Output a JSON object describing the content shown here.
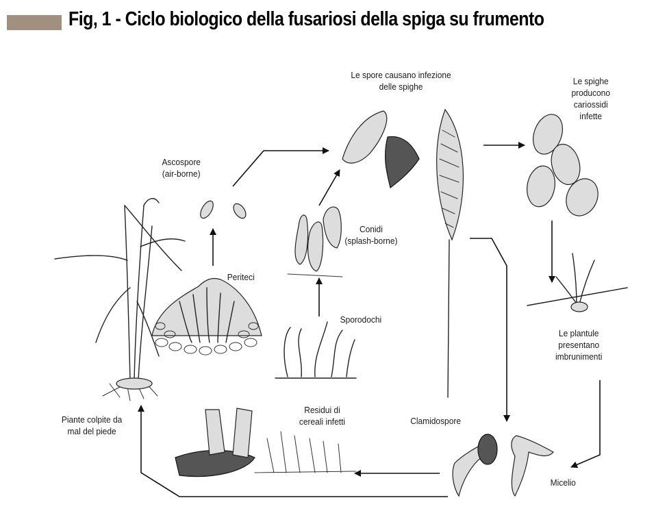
{
  "figure": {
    "title": "Fig, 1 -  Ciclo biologico della fusariosi della spiga su frumento",
    "title_bar_color": "#a19080"
  },
  "labels": {
    "spore_infezione": [
      "Le spore causano infezione",
      "delle spighe"
    ],
    "spighe_cariossidi": [
      "Le spighe",
      "producono",
      "cariossidi",
      "infette"
    ],
    "ascospore": [
      "Ascospore",
      "(air-borne)"
    ],
    "conidi": [
      "Conidi",
      "(splash-borne)"
    ],
    "periteci": "Periteci",
    "sporodochi": "Sporodochi",
    "plantule": [
      "Le plantule",
      "presentano",
      "imbrunimenti"
    ],
    "clamidospore": "Clamidospore",
    "residui": [
      "Residui di",
      "cereali infetti"
    ],
    "piante_mal_piede": [
      "Piante colpite da",
      "mal del piede"
    ],
    "micelio": "Micelio"
  }
}
